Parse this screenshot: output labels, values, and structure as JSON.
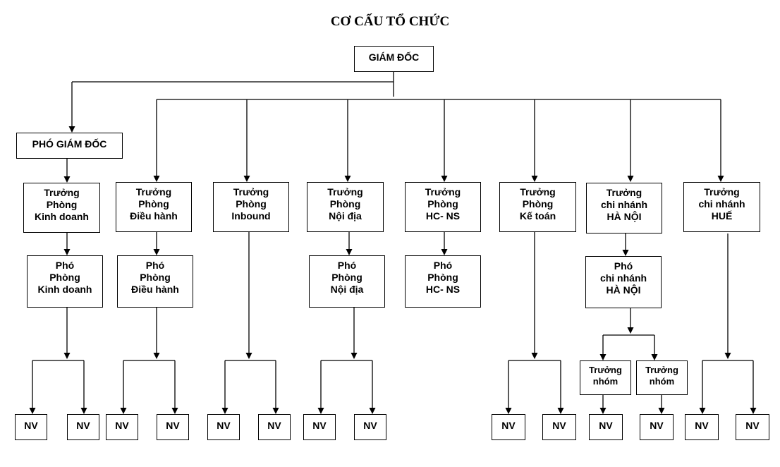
{
  "title": "CƠ CẤU TỔ CHỨC",
  "line_color": "#000000",
  "nodes": {
    "giam_doc": [
      "GIÁM ĐỐC"
    ],
    "pho_giam_doc": [
      "PHÓ GIÁM ĐỐC"
    ],
    "tp_kinh_doanh": [
      "Trưởng",
      "Phòng",
      "Kinh doanh"
    ],
    "pp_kinh_doanh": [
      "Phó",
      "Phòng",
      "Kinh doanh"
    ],
    "tp_dieu_hanh": [
      "Trưởng",
      "Phòng",
      "Điều hành"
    ],
    "pp_dieu_hanh": [
      "Phó",
      "Phòng",
      "Điều hành"
    ],
    "tp_inbound": [
      "Trưởng",
      "Phòng",
      "Inbound"
    ],
    "tp_noi_dia": [
      "Trưởng",
      "Phòng",
      "Nội địa"
    ],
    "pp_noi_dia": [
      "Phó",
      "Phòng",
      "Nội địa"
    ],
    "tp_hcns": [
      "Trưởng",
      "Phòng",
      "HC- NS"
    ],
    "pp_hcns": [
      "Phó",
      "Phòng",
      "HC- NS"
    ],
    "tp_ke_toan": [
      "Trưởng",
      "Phòng",
      "Kế toán"
    ],
    "tcn_ha_noi": [
      "Trưởng",
      "chi nhánh",
      "HÀ NỘI"
    ],
    "pcn_ha_noi": [
      "Phó",
      "chi nhánh",
      "HÀ NỘI"
    ],
    "truong_nhom_1": [
      "Trưởng",
      "nhóm"
    ],
    "truong_nhom_2": [
      "Trưởng",
      "nhóm"
    ],
    "tcn_hue": [
      "Trưởng",
      "chi nhánh",
      "HUẾ"
    ]
  },
  "staff_label": "NV",
  "staff_count": 14
}
